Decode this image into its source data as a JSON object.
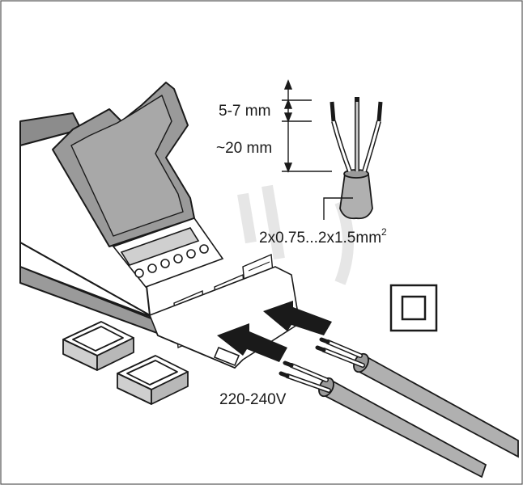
{
  "diagram": {
    "strip_length_label": "5-7 mm",
    "sheath_strip_label": "~20 mm",
    "cross_section_label": "2x0.75...2x1.5mm",
    "cross_section_superscript": "2",
    "voltage_label": "220-240V",
    "icons": [
      "double-insulation-class-ii-icon",
      "insertion-arrow-icon",
      "strain-relief-clip-icon",
      "wire-icon"
    ],
    "colors": {
      "outline": "#1a1a1a",
      "housing_fill": "#9a9a9a",
      "cable_fill": "#b0b0b0",
      "background": "#ffffff",
      "watermark": "#e4e4e4"
    }
  }
}
